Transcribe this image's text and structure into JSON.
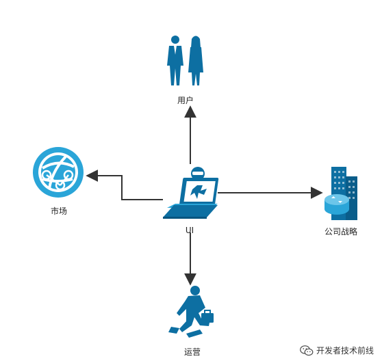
{
  "diagram": {
    "nodes": {
      "center": {
        "label": "UI",
        "icon": "laptop-icon"
      },
      "top": {
        "label": "用户",
        "icon": "business-people-icon"
      },
      "left": {
        "label": "市场",
        "icon": "globe-network-icon"
      },
      "right": {
        "label": "公司战略",
        "icon": "office-building-icon"
      },
      "bottom": {
        "label": "运营",
        "icon": "running-businessman-icon"
      }
    },
    "edges": [
      {
        "from": "center",
        "to": "top"
      },
      {
        "from": "center",
        "to": "left"
      },
      {
        "from": "center",
        "to": "right"
      },
      {
        "from": "center",
        "to": "bottom"
      }
    ]
  },
  "watermark": {
    "text": "开发者技术前线",
    "icon": "wechat-icon"
  },
  "colors": {
    "icon_blue": "#0d6fa2",
    "icon_light": "#2aa5d8",
    "edge": "#333333"
  }
}
